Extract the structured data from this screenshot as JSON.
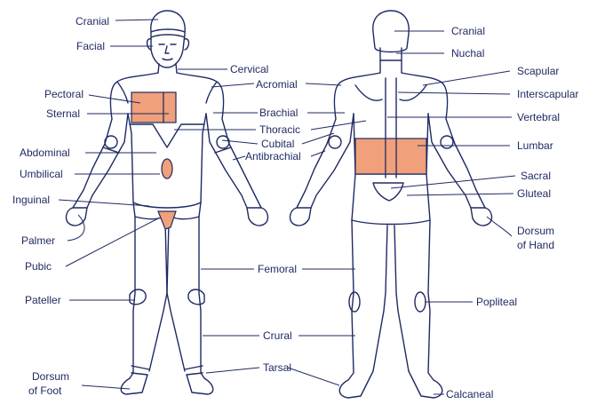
{
  "colors": {
    "ink": "#1f2a63",
    "highlight": "#f0a07a",
    "background": "#ffffff"
  },
  "labels": {
    "cranial_front": "Cranial",
    "facial": "Facial",
    "cervical": "Cervical",
    "acromial": "Acromial",
    "pectoral": "Pectoral",
    "sternal": "Sternal",
    "brachial": "Brachial",
    "thoracic": "Thoracic",
    "abdominal": "Abdominal",
    "cubital": "Cubital",
    "antibrachial": "Antibrachial",
    "umbilical": "Umbilical",
    "inguinal": "Inguinal",
    "palmer": "Palmer",
    "pubic": "Pubic",
    "femoral": "Femoral",
    "pateller": "Pateller",
    "crural": "Crural",
    "tarsal": "Tarsal",
    "dorsum_foot_1": "Dorsum",
    "dorsum_foot_2": "of Foot",
    "cranial_back": "Cranial",
    "nuchal": "Nuchal",
    "scapular": "Scapular",
    "interscapular": "Interscapular",
    "vertebral": "Vertebral",
    "lumbar": "Lumbar",
    "sacral": "Sacral",
    "gluteal": "Gluteal",
    "dorsum_hand_1": "Dorsum",
    "dorsum_hand_2": "of Hand",
    "popliteal": "Popliteal",
    "calcaneal": "Calcaneal"
  }
}
